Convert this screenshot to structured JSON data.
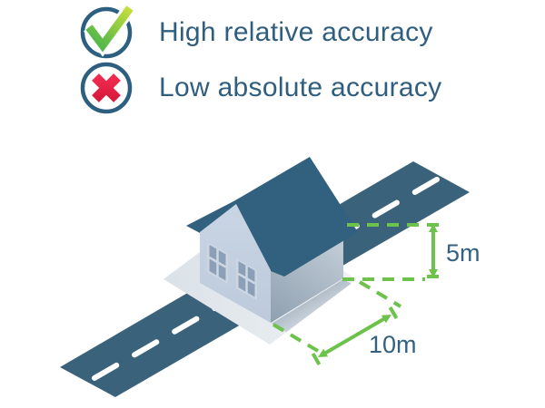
{
  "legend": {
    "items": [
      {
        "icon": "check-circle-icon",
        "label": "High relative accuracy"
      },
      {
        "icon": "cross-circle-icon",
        "label": "Low absolute accuracy"
      }
    ]
  },
  "diagram": {
    "vertical_measurement_label": "5m",
    "horizontal_measurement_label": "10m"
  },
  "colors": {
    "legend_text": "#2f5e7e",
    "measurement_text": "#33617f",
    "circle_outline": "#2d5f80",
    "check_green_light": "#c8de3a",
    "check_green_dark": "#56b94a",
    "cross_red_light": "#ef2c50",
    "cross_red_dark": "#d81a3c",
    "road": "#3b627b",
    "road_marking": "#ffffff",
    "roof": "#32617f",
    "front_wall_light": "#c9d5e3",
    "front_wall_dark": "#bccadc",
    "side_wall_light": "#c7d1db",
    "side_wall_dark": "#8fa0b0",
    "plot_light": "#eff2f5",
    "plot_dark": "#dbe2e8",
    "window_pane": "#8ba0b6",
    "window_frame": "#cdd7e3",
    "measurement_green": "#6cc24a"
  }
}
